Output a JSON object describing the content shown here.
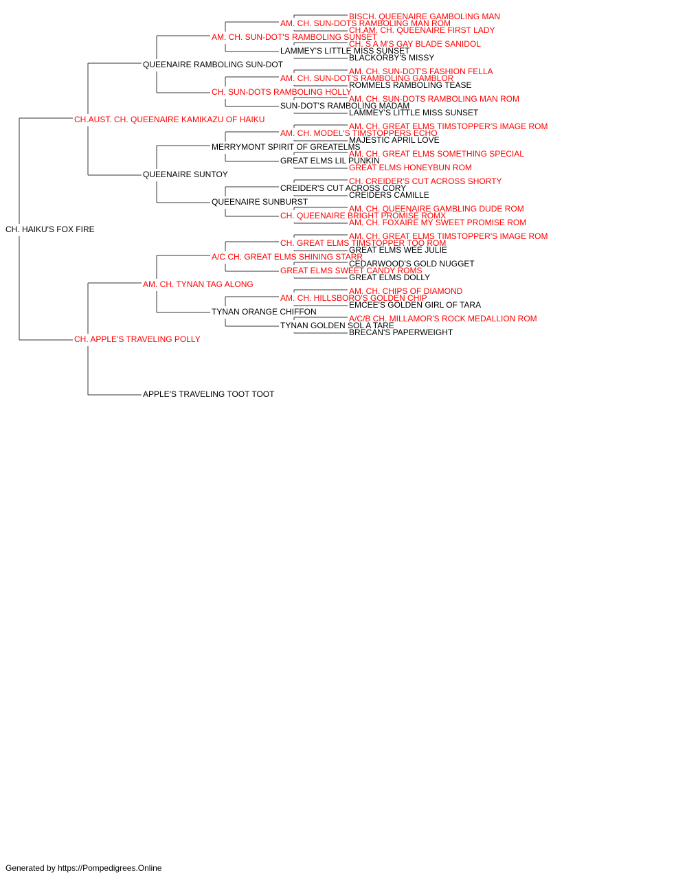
{
  "colors": {
    "titled": "#ff0000",
    "plain": "#000000",
    "connector": "#333333"
  },
  "pedigree": {
    "name": "CH. HAIKU'S FOX FIRE",
    "titled": false,
    "sire": {
      "name": "CH.AUST. CH. QUEENAIRE KAMIKAZU OF HAIKU",
      "titled": true,
      "sire": {
        "name": "QUEENAIRE RAMBOLING SUN-DOT",
        "titled": false,
        "sire": {
          "name": "AM. CH. SUN-DOT'S RAMBOLING SUNSET",
          "titled": true,
          "sire": {
            "name": "AM. CH. SUN-DOTS RAMBOLING MAN ROM",
            "titled": true,
            "sire": {
              "name": "BISCH. QUEENAIRE GAMBOLING MAN",
              "titled": true
            },
            "dam": {
              "name": "CH.AM. CH. QUEENAIRE FIRST LADY",
              "titled": true
            }
          },
          "dam": {
            "name": "LAMMEY'S LITTLE MISS SUNSET",
            "titled": false,
            "sire": {
              "name": "CH. S A M'S GAY BLADE SANIDOL",
              "titled": true
            },
            "dam": {
              "name": "BLACKORBY'S MISSY",
              "titled": false
            }
          }
        },
        "dam": {
          "name": "CH. SUN-DOTS RAMBOLING HOLLY",
          "titled": true,
          "sire": {
            "name": "AM. CH. SUN-DOT'S RAMBOLING GAMBLOR",
            "titled": true,
            "sire": {
              "name": "AM. CH. SUN-DOT'S FASHION FELLA",
              "titled": true
            },
            "dam": {
              "name": "ROMMELS RAMBOLING TEASE",
              "titled": false
            }
          },
          "dam": {
            "name": "SUN-DOT'S RAMBOLING MADAM",
            "titled": false,
            "sire": {
              "name": "AM. CH. SUN-DOTS RAMBOLING MAN ROM",
              "titled": true
            },
            "dam": {
              "name": "LAMMEY'S LITTLE MISS SUNSET",
              "titled": false
            }
          }
        }
      },
      "dam": {
        "name": "QUEENAIRE SUNTOY",
        "titled": false,
        "sire": {
          "name": "MERRYMONT SPIRIT OF GREATELMS",
          "titled": false,
          "sire": {
            "name": "AM. CH. MODEL'S TIMSTOPPERS ECHO",
            "titled": true,
            "sire": {
              "name": "AM. CH. GREAT ELMS TIMSTOPPER'S IMAGE ROM",
              "titled": true
            },
            "dam": {
              "name": "MAJESTIC APRIL LOVE",
              "titled": false
            }
          },
          "dam": {
            "name": "GREAT ELMS LIL PUNKIN",
            "titled": false,
            "sire": {
              "name": "AM. CH. GREAT ELMS SOMETHING SPECIAL",
              "titled": true
            },
            "dam": {
              "name": "GREAT ELMS HONEYBUN ROM",
              "titled": true
            }
          }
        },
        "dam": {
          "name": "QUEENAIRE SUNBURST",
          "titled": false,
          "sire": {
            "name": "CREIDER'S CUT ACROSS CORY",
            "titled": false,
            "sire": {
              "name": "CH. CREIDER'S CUT ACROSS SHORTY",
              "titled": true
            },
            "dam": {
              "name": "CREIDERS CAMILLE",
              "titled": false
            }
          },
          "dam": {
            "name": "CH. QUEENAIRE BRIGHT PROMISE ROMX",
            "titled": true,
            "sire": {
              "name": "AM. CH. QUEENAIRE GAMBLING DUDE ROM",
              "titled": true
            },
            "dam": {
              "name": "AM. CH. FOXAIRE MY SWEET PROMISE ROM",
              "titled": true
            }
          }
        }
      }
    },
    "dam": {
      "name": "CH. APPLE'S TRAVELING POLLY",
      "titled": true,
      "sire": {
        "name": "AM. CH. TYNAN TAG ALONG",
        "titled": true,
        "sire": {
          "name": "A/C CH. GREAT ELMS SHINING STARR",
          "titled": true,
          "sire": {
            "name": "CH. GREAT ELMS TIMSTOPPER TOO ROM",
            "titled": true,
            "sire": {
              "name": "AM. CH. GREAT ELMS TIMSTOPPER'S IMAGE ROM",
              "titled": true
            },
            "dam": {
              "name": "GREAT ELMS WEE JULIE",
              "titled": false
            }
          },
          "dam": {
            "name": "GREAT ELMS SWEET CANDY ROMS",
            "titled": true,
            "sire": {
              "name": "CEDARWOOD'S GOLD NUGGET",
              "titled": false
            },
            "dam": {
              "name": "GREAT ELMS DOLLY",
              "titled": false
            }
          }
        },
        "dam": {
          "name": "TYNAN ORANGE CHIFFON",
          "titled": false,
          "sire": {
            "name": "AM. CH. HILLSBORO'S GOLDEN CHIP",
            "titled": true,
            "sire": {
              "name": "AM. CH. CHIPS OF DIAMOND",
              "titled": true
            },
            "dam": {
              "name": "EMCEE'S GOLDEN GIRL OF TARA",
              "titled": false
            }
          },
          "dam": {
            "name": "TYNAN GOLDEN SOL A TARE",
            "titled": false,
            "sire": {
              "name": "A/C/B CH. MILLAMOR'S ROCK MEDALLION ROM",
              "titled": true
            },
            "dam": {
              "name": "BRECAN'S PAPERWEIGHT",
              "titled": false
            }
          }
        }
      },
      "dam": {
        "name": "APPLE'S TRAVELING TOOT TOOT",
        "titled": false
      }
    }
  },
  "footer": "Generated by https://Pompedigrees.Online"
}
